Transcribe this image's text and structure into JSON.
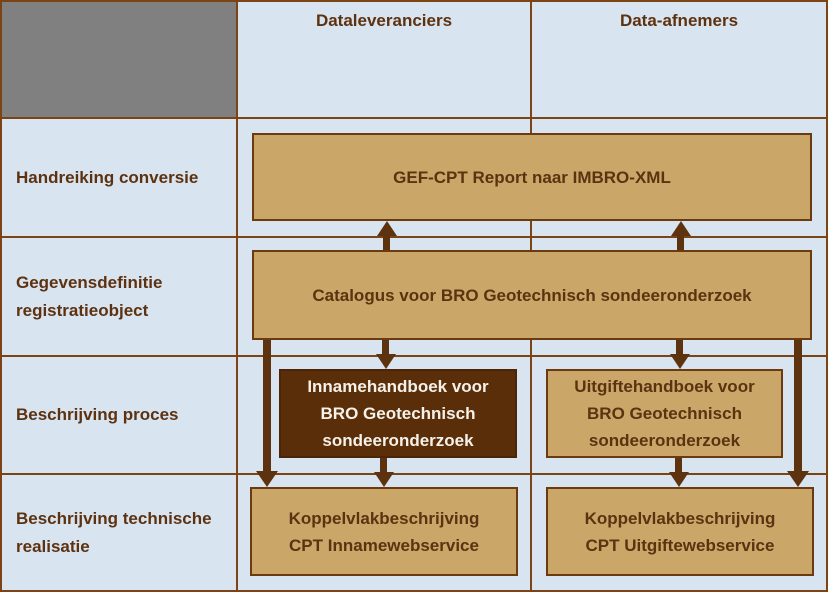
{
  "colors": {
    "background_light_blue": "#d9e4f1",
    "corner_gray": "#808080",
    "grid_line_brown": "#7b4414",
    "box_fill_tan": "#caa668",
    "box_border_brown": "#6b3a10",
    "dark_box_fill": "#5b2e0a",
    "text_brown": "#5d3210",
    "text_white": "#f6f1e9",
    "arrow_brown": "#5d320e"
  },
  "matrix": {
    "column_headers": [
      "Dataleveranciers",
      "Data-afnemers"
    ],
    "row_labels": [
      "Handreiking conversie",
      "Gegevensdefinitie\nregistratieobject",
      "Beschrijving proces",
      "Beschrijving technische\nrealisatie"
    ]
  },
  "documents": {
    "gef_cpt": "GEF-CPT Report naar IMBRO-XML",
    "catalogus": "Catalogus voor BRO Geotechnisch sondeeronderzoek",
    "innamehandboek": "Innamehandboek voor\nBRO Geotechnisch\nsondeeronderzoek",
    "uitgiftehandboek": "Uitgiftehandboek voor\nBRO Geotechnisch\nsondeeronderzoek",
    "koppelvlak_inname": "Koppelvlakbeschrijving\nCPT Innamewebservice",
    "koppelvlak_uitgifte": "Koppelvlakbeschrijving\nCPT Uitgiftewebservice"
  }
}
